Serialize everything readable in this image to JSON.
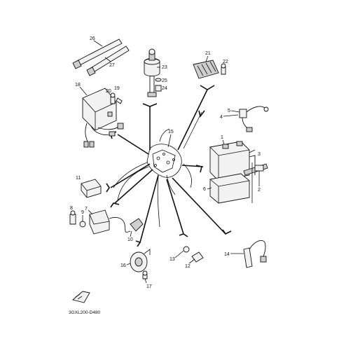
{
  "diagram_code": "3GXL200-D480",
  "callouts": {
    "c1": "1",
    "c2": "2",
    "c3": "3",
    "c4": "4",
    "c5": "5",
    "c6": "6",
    "c7": "7",
    "c8": "8",
    "c9": "9",
    "c10": "10",
    "c11": "11",
    "c12": "12",
    "c13": "13",
    "c14": "14",
    "c15": "15",
    "c16": "16",
    "c17": "17",
    "c18": "18",
    "c19": "19",
    "c20": "20",
    "c21": "21",
    "c22": "22",
    "c23": "23",
    "c24": "24",
    "c25": "25",
    "c26": "26",
    "c27": "27"
  },
  "icons": {
    "front_arrow": "fwd-arrow-icon"
  }
}
